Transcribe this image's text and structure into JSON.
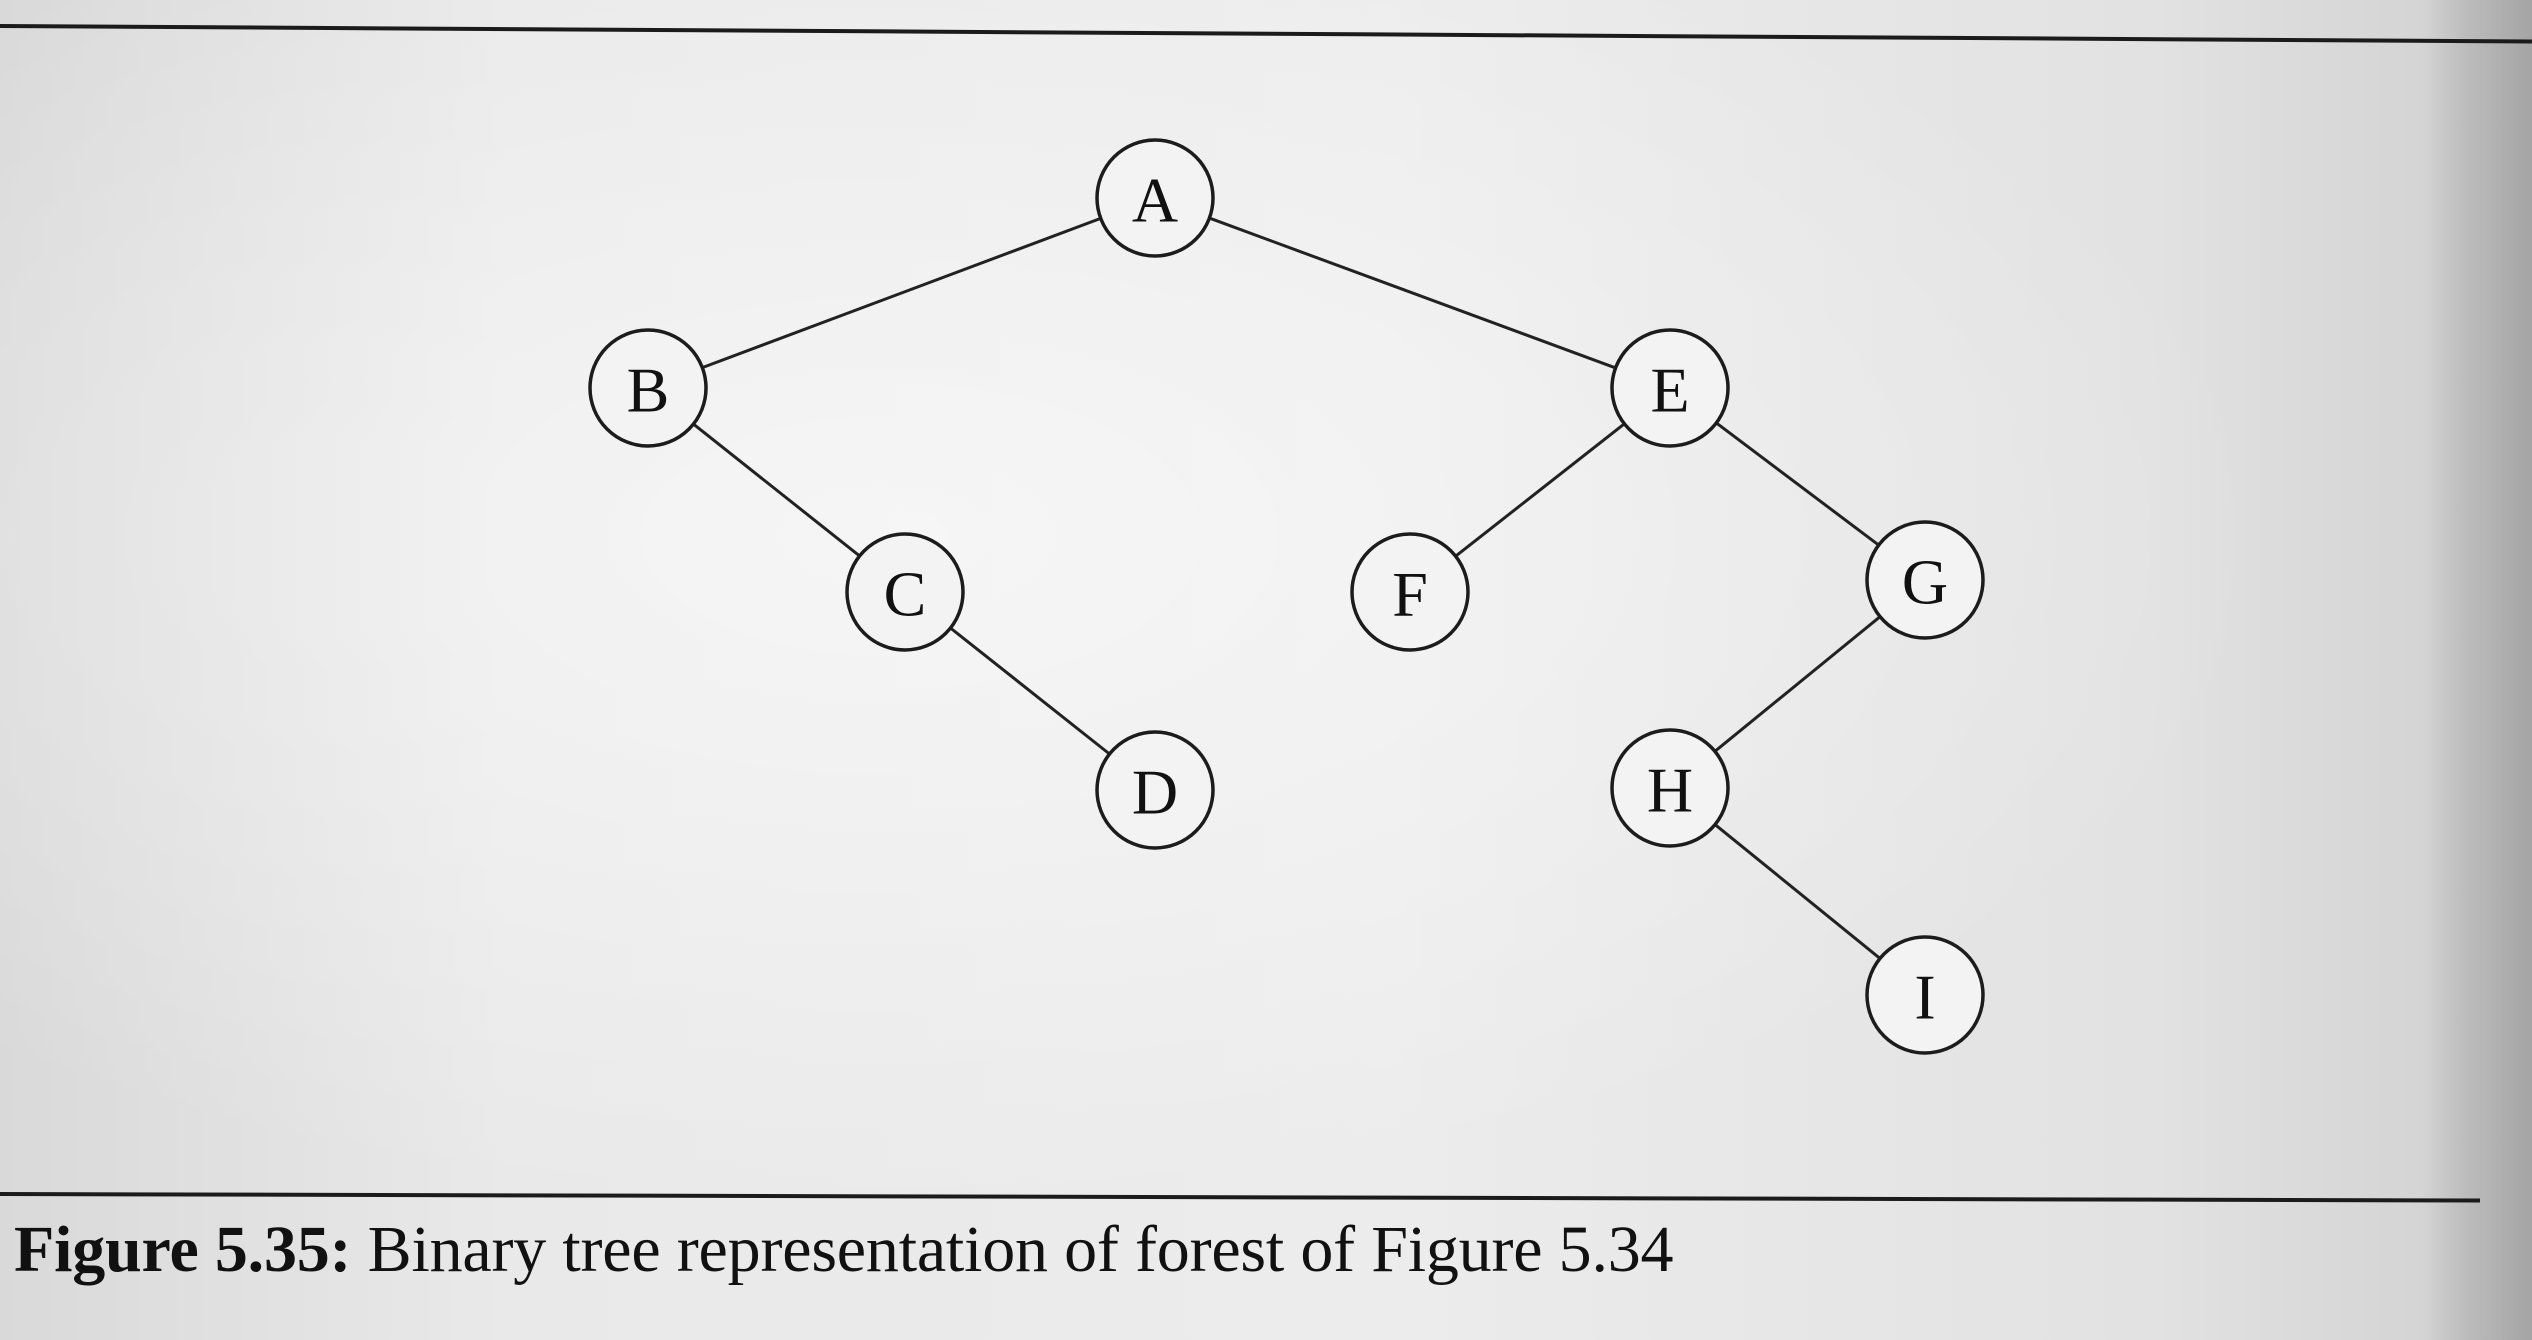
{
  "figure": {
    "caption_label": "Figure 5.35:",
    "caption_text": " Binary tree representation of forest of Figure 5.34"
  },
  "tree": {
    "nodes": [
      {
        "id": "A",
        "label": "A"
      },
      {
        "id": "B",
        "label": "B"
      },
      {
        "id": "C",
        "label": "C"
      },
      {
        "id": "D",
        "label": "D"
      },
      {
        "id": "E",
        "label": "E"
      },
      {
        "id": "F",
        "label": "F"
      },
      {
        "id": "G",
        "label": "G"
      },
      {
        "id": "H",
        "label": "H"
      },
      {
        "id": "I",
        "label": "I"
      }
    ],
    "edges": [
      {
        "from": "A",
        "to": "B"
      },
      {
        "from": "A",
        "to": "E"
      },
      {
        "from": "B",
        "to": "C"
      },
      {
        "from": "C",
        "to": "D"
      },
      {
        "from": "E",
        "to": "F"
      },
      {
        "from": "E",
        "to": "G"
      },
      {
        "from": "G",
        "to": "H"
      },
      {
        "from": "H",
        "to": "I"
      }
    ]
  }
}
